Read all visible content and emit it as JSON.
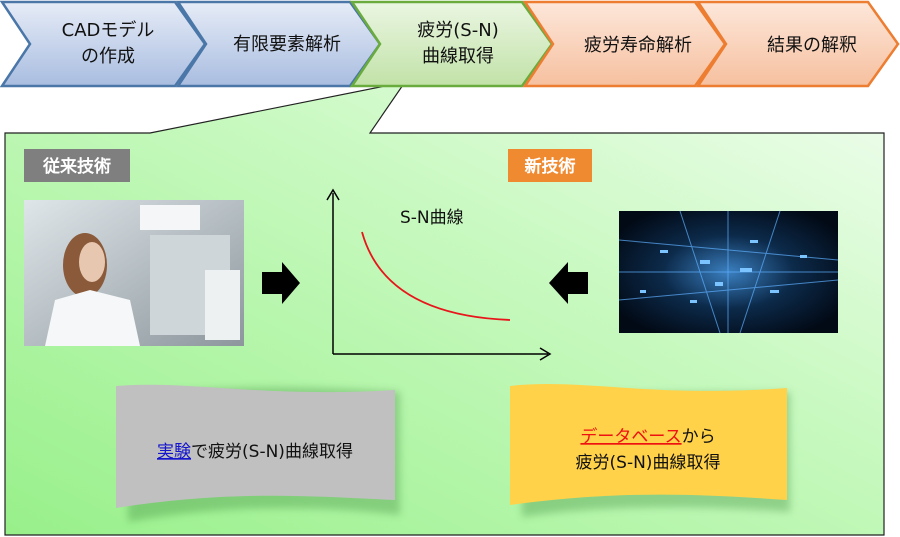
{
  "process_steps": [
    {
      "line1": "CADモデル",
      "line2": "の作成",
      "color": "#4a77a8"
    },
    {
      "line1": "有限要素解析",
      "line2": "",
      "color": "#4a77a8"
    },
    {
      "line1": "疲労(S-N)",
      "line2": "曲線取得",
      "color": "#6aab3e"
    },
    {
      "line1": "疲労寿命解析",
      "line2": "",
      "color": "#ed7d31"
    },
    {
      "line1": "結果の解釈",
      "line2": "",
      "color": "#ed7d31"
    }
  ],
  "callout": {
    "conventional_label": "従来技術",
    "new_label": "新技術",
    "photo_icon": "scientist-lab-photo",
    "data_icon": "digital-data-network-image",
    "chart_label": "S-N曲線",
    "conventional_banner": {
      "highlight": "実験",
      "rest": "で疲労(S-N)曲線取得"
    },
    "new_banner": {
      "highlight": "データベース",
      "rest": "から",
      "line2": "疲労(S-N)曲線取得"
    }
  },
  "colors": {
    "conventional": "#7f7f7f",
    "new": "#f08a30",
    "curve": "#e8161b",
    "gray_banner": "#c0c0c0",
    "yellow_banner": "#ffd24a"
  }
}
